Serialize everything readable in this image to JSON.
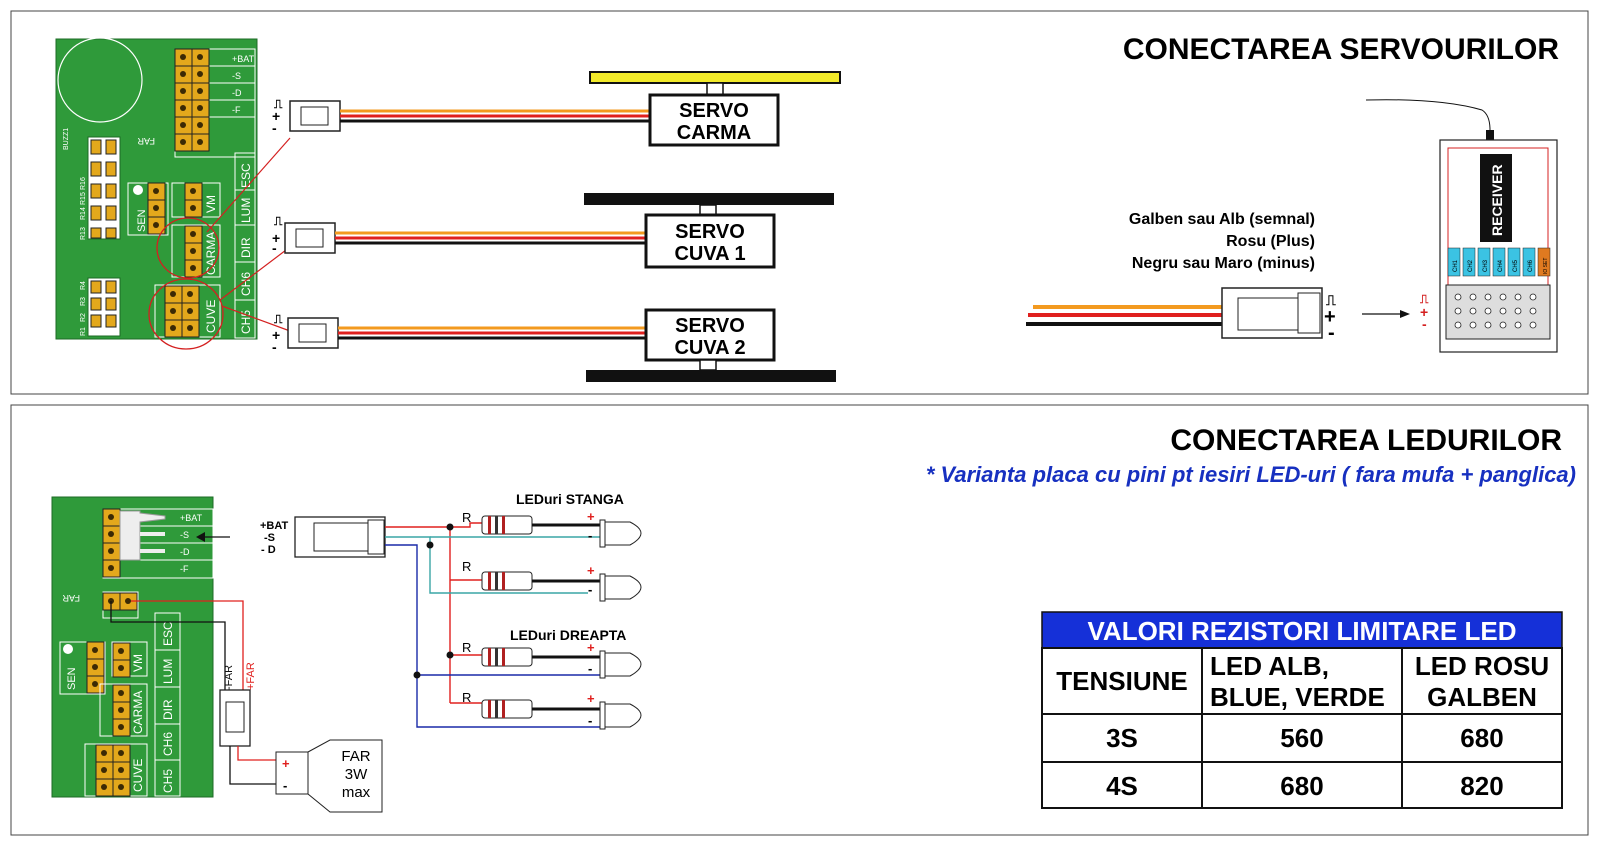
{
  "servo_section": {
    "title": "CONECTAREA SERVOURILOR",
    "servos": [
      {
        "line1": "SERVO",
        "line2": "CARMA"
      },
      {
        "line1": "SERVO",
        "line2": "CUVA 1"
      },
      {
        "line1": "SERVO",
        "line2": "CUVA 2"
      }
    ],
    "wire_legend": [
      "Galben sau Alb (semnal)",
      "Rosu (Plus)",
      "Negru sau Maro (minus)"
    ],
    "receiver_label": "RECEIVER",
    "receiver_channels": [
      "CH1",
      "CH2",
      "CH3",
      "CH4",
      "CH5",
      "CH6",
      "IO SET"
    ]
  },
  "board": {
    "header_labels": [
      "+BAT",
      "-S",
      "-D",
      "-F"
    ],
    "far_label": "FAR",
    "buzzer_label": "BUZZ1",
    "resistor_labels": [
      "R13",
      "R14",
      "R15",
      "R16",
      "R1",
      "R2",
      "R3",
      "R4"
    ],
    "port_labels": [
      "VM",
      "ESC",
      "LUM",
      "DIR",
      "CARMA",
      "CH6",
      "CUVE",
      "CH5"
    ],
    "sen_label": "SEN"
  },
  "led_section": {
    "title": "CONECTAREA LEDURILOR",
    "subtitle": "* Varianta placa cu pini pt iesiri LED-uri ( fara mufa + panglica)",
    "connector_labels": [
      "+BAT",
      "-S",
      "- D"
    ],
    "left_group": "LEDuri STANGA",
    "right_group": "LEDuri DREAPTA",
    "resistor_label": "R",
    "far_wires": [
      "-FAR",
      "+FAR"
    ],
    "far_box": [
      "FAR",
      "3W",
      "max"
    ]
  },
  "resistor_table": {
    "title": "VALORI REZISTORI LIMITARE LED",
    "headers": [
      "TENSIUNE",
      "LED ALB,\nBLUE, VERDE",
      "LED ROSU\nGALBEN"
    ],
    "rows": [
      [
        "3S",
        "560",
        "680"
      ],
      [
        "4S",
        "680",
        "820"
      ]
    ]
  },
  "colors": {
    "pcb_green": "#2f9a3a",
    "header_yellow": "#e3a81c",
    "wire_orange": "#f39a1f",
    "wire_red": "#e0201e",
    "wire_black": "#111111",
    "wire_blue": "#1a2aa8",
    "wire_teal": "#3aa5a5",
    "table_header_blue": "#1530d8",
    "subtitle_blue": "#1730c0",
    "servo_horn_yellow": "#f2ea2a"
  }
}
